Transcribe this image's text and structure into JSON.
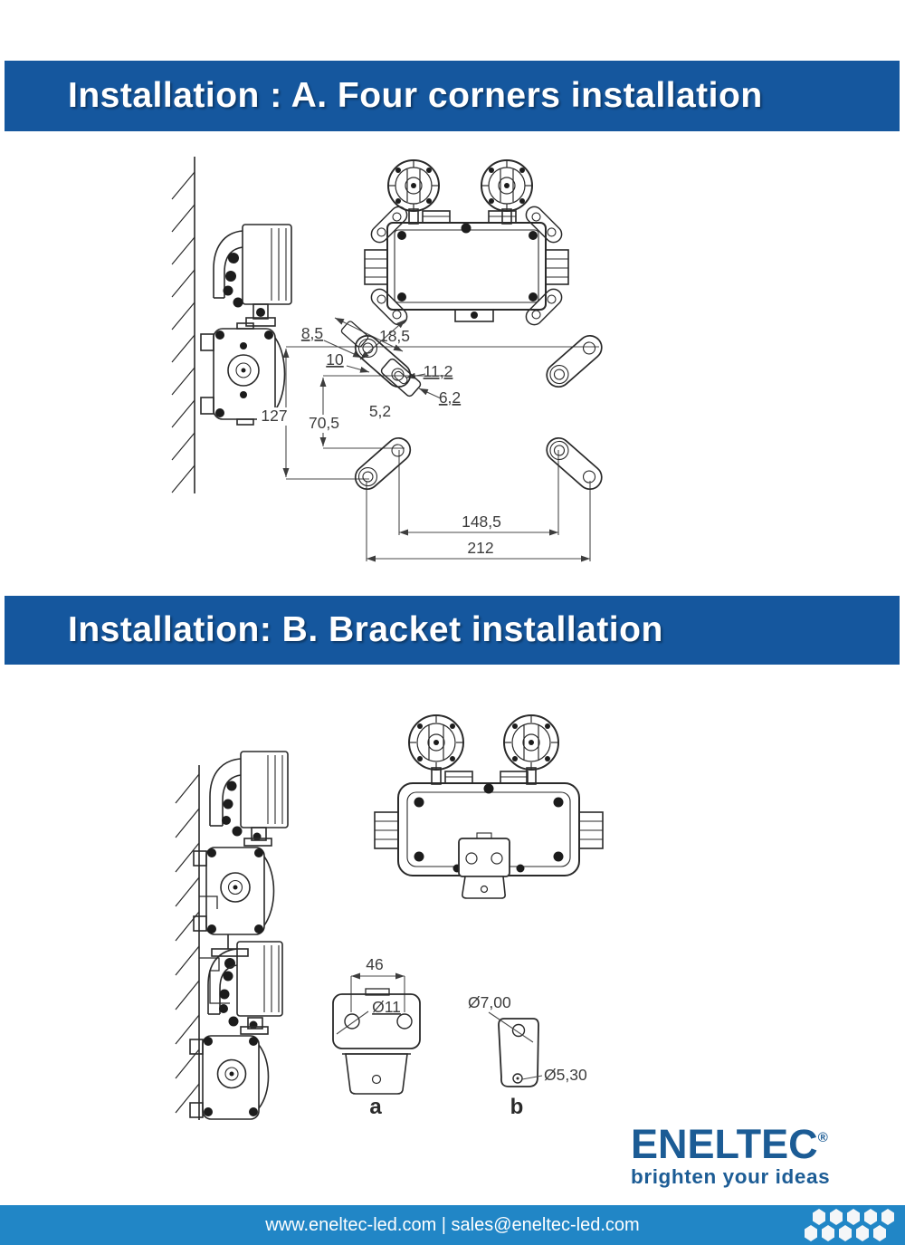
{
  "page": {
    "type": "product-installation-sheet"
  },
  "colors": {
    "header_bar_blue": "#15579e",
    "footer_bar_blue": "#2186c6",
    "logo_blue": "#1c5c95",
    "drawing_line": "#2a2a2a",
    "dimension_text": "#3d3d3d"
  },
  "sections": {
    "a": {
      "title": "Installation : A. Four corners installation",
      "dims": {
        "slot_offset": "8,5",
        "lug_length": "18,5",
        "slot_outer": "10",
        "slot_len": "11,2",
        "slot_dia": "6,2",
        "slot_small": "5,2",
        "height_overall": "127",
        "height_inner": "70,5",
        "width_inner": "148,5",
        "width_overall": "212"
      }
    },
    "b": {
      "title": "Installation: B. Bracket installation",
      "dims": {
        "hole_spacing": "46",
        "hole_dia": "Ø11",
        "top_hole_dia": "Ø7,00",
        "bottom_hole_dia": "Ø5,30"
      },
      "labels": {
        "bracket_a": "a",
        "bracket_b": "b"
      }
    }
  },
  "logo": {
    "name": "ENELTEC",
    "registered": "®",
    "tagline": "brighten your ideas"
  },
  "footer": {
    "text": "www.eneltec-led.com | sales@eneltec-led.com"
  }
}
